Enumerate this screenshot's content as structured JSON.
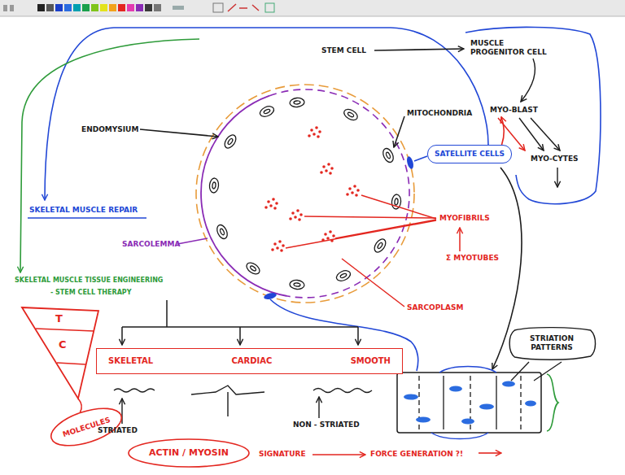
{
  "diagram": {
    "nodes": [
      {
        "text": [
          "MUSCLE PROGENITOR CELL",
          "MYO-BLAST",
          "MYO-CYTES"
        ]
      },
      {
        "text": [
          "SATELLITE CELLS"
        ]
      },
      {
        "text": [
          "T",
          "C"
        ]
      },
      {
        "text": [
          "STRIATION PATTERNS"
        ]
      },
      {
        "text": [
          "SKELETAL",
          "CARDIAC",
          "SMOOTH"
        ]
      },
      {
        "text": [
          "MOLECULES"
        ]
      },
      {
        "text": [
          "ACTIN / MYOSIN"
        ]
      }
    ],
    "edges": [
      {
        "from": 1,
        "to": 0,
        "arrow": "to"
      },
      {
        "from": 2,
        "to": 5,
        "arrow": "none"
      }
    ],
    "labels": [
      "STEM CELL",
      "MITOCHONDRIA",
      "ENDOMYSIUM",
      "SKELETAL MUSCLE REPAIR",
      "MYOFIBRILS",
      "SARCOLEMMA",
      "Σ MYOTUBES",
      "SKELETAL MUSCLE TISSUE ENGINEERING",
      "- STEM CELL THERAPY",
      "SARCOPLASM",
      "NON - STRIATED",
      "STRIATED",
      "SIGNATURE",
      "FORCE GENERATION ?!"
    ]
  }
}
